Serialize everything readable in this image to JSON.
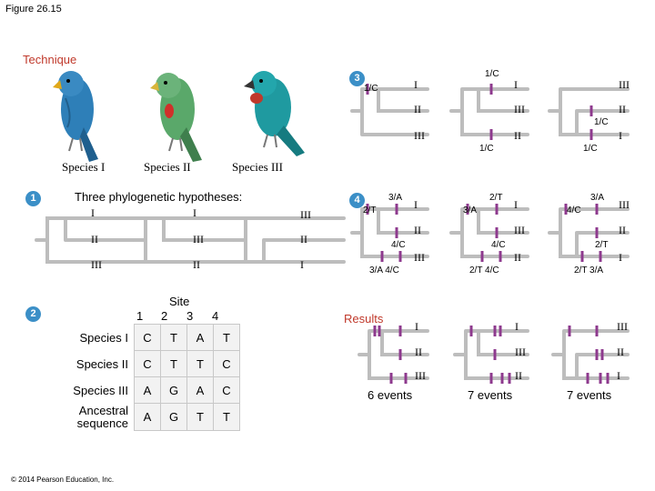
{
  "figure_title": "Figure 26.15",
  "technique_label": "Technique",
  "results_label": "Results",
  "copyright": "© 2014 Pearson Education, Inc.",
  "steps": [
    "1",
    "2",
    "3",
    "4"
  ],
  "species": [
    "Species I",
    "Species II",
    "Species III"
  ],
  "hypotheses_title": "Three phylogenetic hypotheses:",
  "tree_labels": {
    "t1": [
      "I",
      "II",
      "III"
    ],
    "t2": [
      "I",
      "III",
      "II"
    ],
    "t3": [
      "III",
      "II",
      "I"
    ]
  },
  "table": {
    "site_heading": "Site",
    "site_numbers": [
      "1",
      "2",
      "3",
      "4"
    ],
    "rows": [
      {
        "name": "Species I",
        "bases": [
          "C",
          "T",
          "A",
          "T"
        ]
      },
      {
        "name": "Species II",
        "bases": [
          "C",
          "T",
          "T",
          "C"
        ]
      },
      {
        "name": "Species III",
        "bases": [
          "A",
          "G",
          "A",
          "C"
        ]
      },
      {
        "name": "Ancestral sequence",
        "bases": [
          "A",
          "G",
          "T",
          "T"
        ]
      }
    ]
  },
  "step3": {
    "t1": {
      "root": "1/C",
      "tips": [
        "I",
        "II",
        "III"
      ]
    },
    "t2": {
      "top": "1/C",
      "tips": [
        "I",
        "III",
        "II"
      ],
      "bottom": "1/C"
    },
    "t3": {
      "tips": [
        "III",
        "II",
        "I"
      ],
      "mid": "1/C",
      "bottom": "1/C"
    }
  },
  "step4": {
    "t1": {
      "root": "2/T",
      "top": "3/A",
      "mid": "4/C",
      "bottom": "3/A  4/C",
      "tips": [
        "I",
        "II",
        "III"
      ]
    },
    "t2": {
      "root": "3/A",
      "top": "2/T",
      "mid": "4/C",
      "bottom": "2/T  4/C",
      "tips": [
        "I",
        "III",
        "II"
      ]
    },
    "t3": {
      "root": "4/C",
      "top": "3/A",
      "mid": "2/T",
      "bottom": "2/T  3/A",
      "tips": [
        "III",
        "II",
        "I"
      ]
    }
  },
  "results": {
    "t1": {
      "tips": [
        "I",
        "II",
        "III"
      ],
      "events": "6 events"
    },
    "t2": {
      "tips": [
        "I",
        "III",
        "II"
      ],
      "events": "7 events"
    },
    "t3": {
      "tips": [
        "III",
        "II",
        "I"
      ],
      "events": "7 events"
    }
  },
  "colors": {
    "accent_red": "#c0392b",
    "step_blue": "#3b8fc7",
    "branch_gray": "#bdbdbd",
    "mutation_purple": "#8e3a8e"
  }
}
